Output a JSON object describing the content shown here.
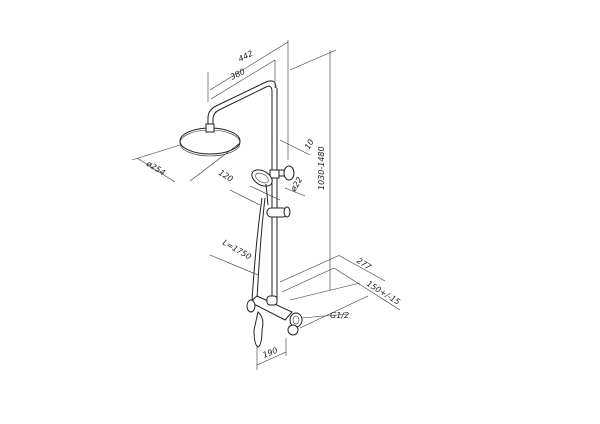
{
  "diagram": {
    "subject": "shower-system",
    "line_color": "#222222",
    "dimensions": {
      "width_total": "442",
      "arm_reach": "380",
      "head_diameter": "ø254",
      "hand_shower_offset": "120",
      "wall_gap": "10",
      "pipe_diameter": "ø22",
      "height_range": "1030-1480",
      "hose_length": "L=1750",
      "depth_total": "277",
      "mixer_center": "150+/-15",
      "connection_thread": "G1/2",
      "spout_depth": "190"
    }
  }
}
